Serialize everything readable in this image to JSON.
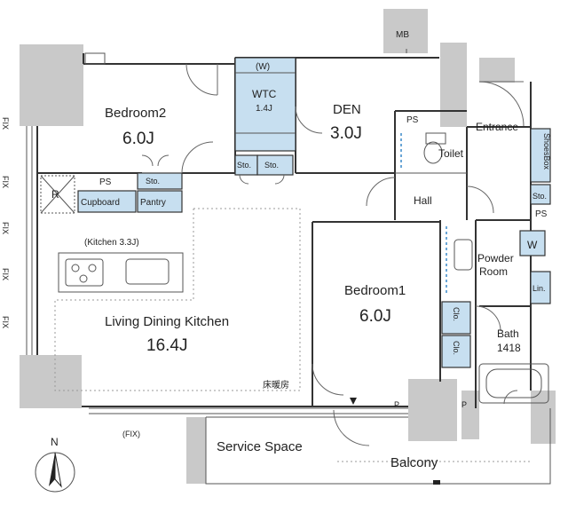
{
  "rooms": {
    "bedroom2": {
      "name": "Bedroom2",
      "size": "6.0J"
    },
    "den": {
      "name": "DEN",
      "size": "3.0J"
    },
    "wtc": {
      "tag": "(W)",
      "name": "WTC",
      "size": "1.4J"
    },
    "bedroom1": {
      "name": "Bedroom1",
      "size": "6.0J"
    },
    "ldk": {
      "name": "Living Dining Kitchen",
      "size": "16.4J",
      "kitchen": "(Kitchen 3.3J)",
      "floor_heating": "床暖房"
    },
    "entrance": "Entrance",
    "toilet": "Toilet",
    "hall": "Hall",
    "powder": {
      "line1": "Powder",
      "line2": "Room"
    },
    "bath": {
      "name": "Bath",
      "size": "1418"
    },
    "service_space": "Service Space",
    "balcony": "Balcony"
  },
  "labels": {
    "mb": "MB",
    "ps": "PS",
    "sto": "Sto.",
    "cupboard": "Cupboard",
    "pantry": "Pantry",
    "r": "R",
    "shoes": "ShoesBox",
    "w": "W",
    "lin": "Lin.",
    "clo": "Clo.",
    "p": "P",
    "fix": "FIX",
    "fix_paren": "(FIX)",
    "north": "N"
  }
}
